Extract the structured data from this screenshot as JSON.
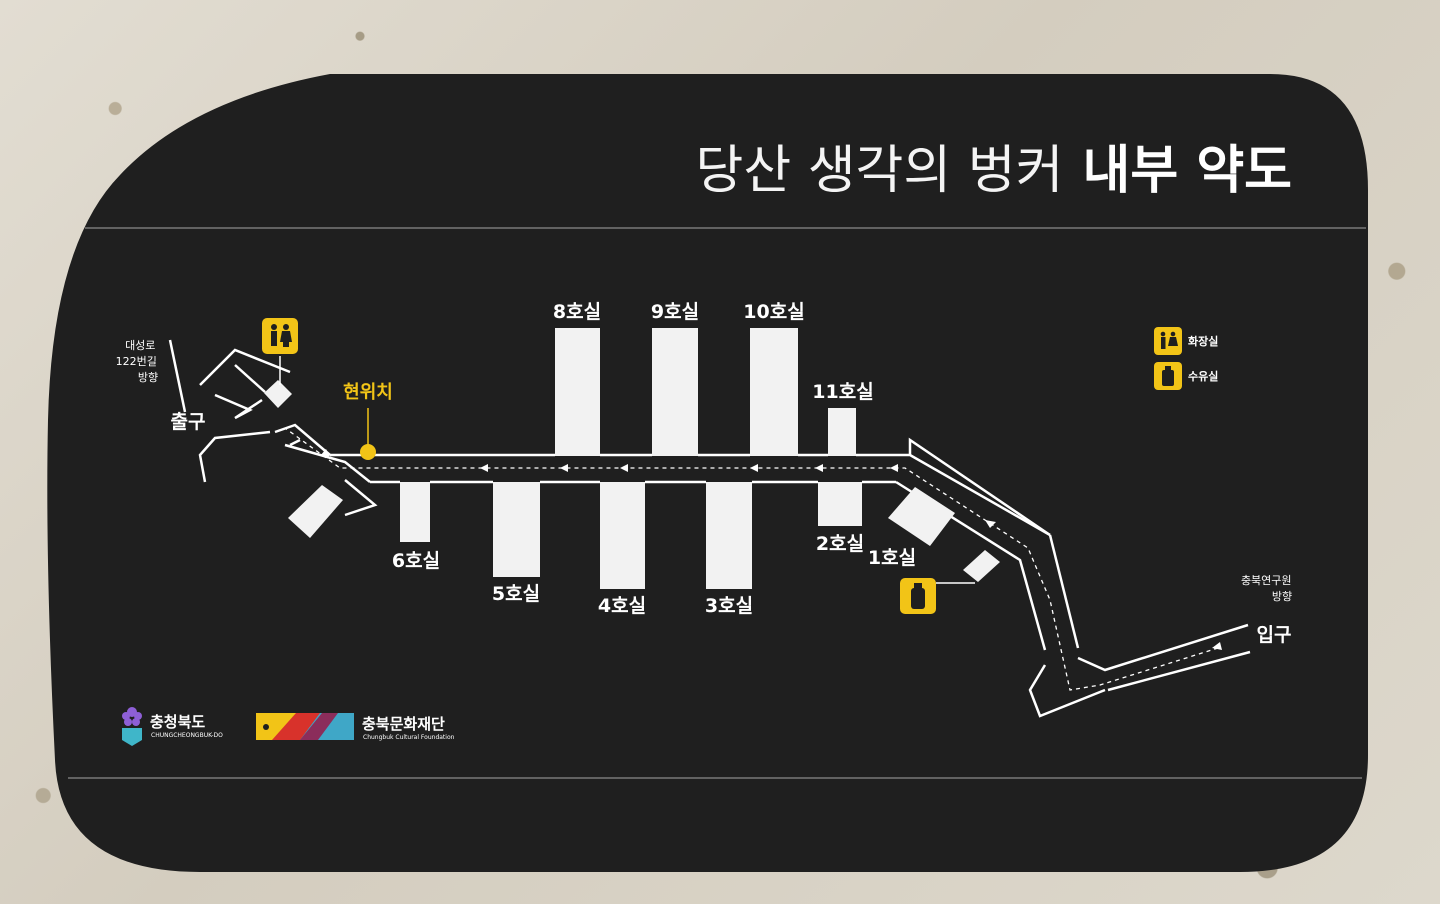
{
  "title": {
    "regular": "당산 생각의 벙커",
    "bold": "내부 약도"
  },
  "rooms": {
    "r8": "8호실",
    "r9": "9호실",
    "r10": "10호실",
    "r11": "11호실",
    "r6": "6호실",
    "r5": "5호실",
    "r4": "4호실",
    "r3": "3호실",
    "r2": "2호실",
    "r1": "1호실"
  },
  "current_location": "현위치",
  "exit": {
    "label": "출구",
    "direction_lines": [
      "대성로",
      "122번길",
      "방향"
    ]
  },
  "entrance": {
    "label": "입구",
    "direction_lines": [
      "충북연구원",
      "방향"
    ]
  },
  "legend": [
    {
      "icon": "restroom-icon",
      "label": "화장실"
    },
    {
      "icon": "water-bottle-icon",
      "label": "수유실"
    }
  ],
  "logos": {
    "province": {
      "name": "충청북도",
      "sub": "CHUNGCHEONGBUK-DO"
    },
    "foundation": {
      "name": "충북문화재단",
      "sub": "Chungbuk Cultural Foundation"
    }
  },
  "colors": {
    "board": "#1f1f1f",
    "accent_yellow": "#f2c417",
    "room_fill": "#f2f2f2",
    "line": "#ffffff"
  }
}
